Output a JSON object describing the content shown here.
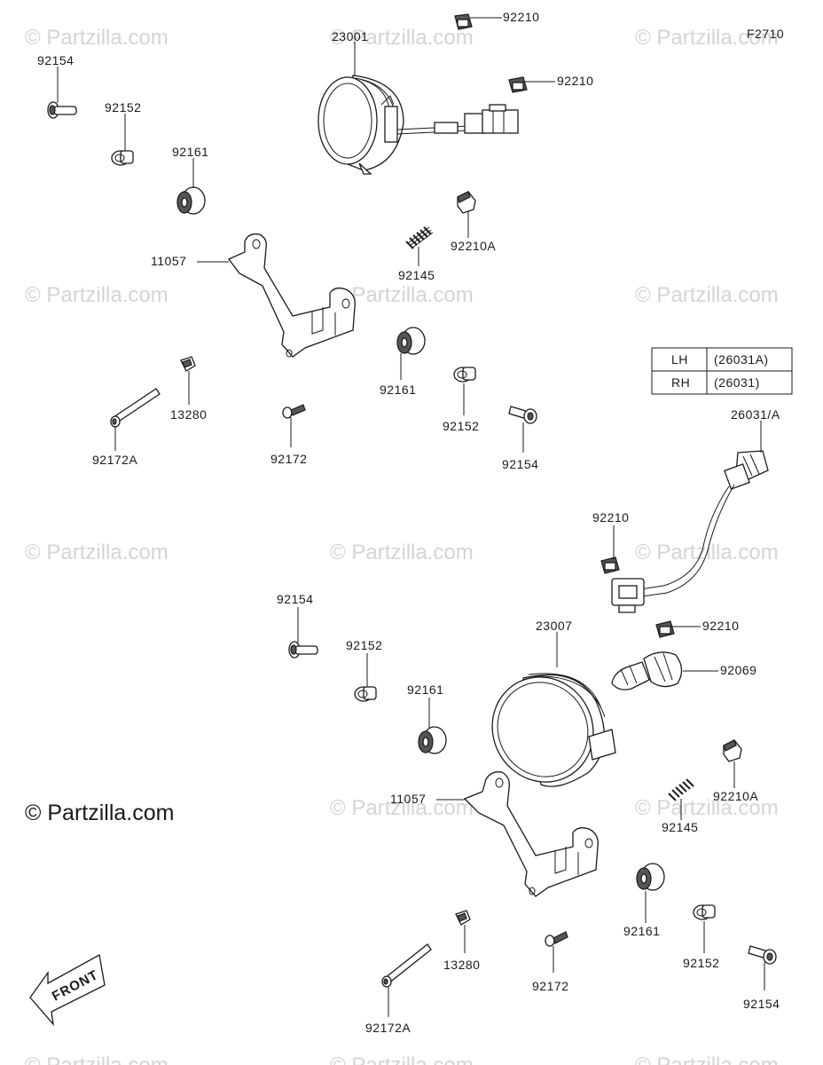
{
  "figure_code": "F2710",
  "copyright": "© Partzilla.com",
  "watermark": "© Partzilla.com",
  "table": {
    "rows": [
      {
        "side": "LH",
        "part": "(26031A)"
      },
      {
        "side": "RH",
        "part": "(26031)"
      }
    ]
  },
  "labels": {
    "p23001": "23001",
    "p92210_a": "92210",
    "p92210_b": "92210",
    "p92154_a": "92154",
    "p92152_a": "92152",
    "p92161_a": "92161",
    "p11057_a": "11057",
    "p92145_a": "92145",
    "p92210A_a": "92210A",
    "p92161_b": "92161",
    "p13280_a": "13280",
    "p92172A_a": "92172A",
    "p92172_a": "92172",
    "p92152_b": "92152",
    "p92154_b": "92154",
    "p26031A": "26031/A",
    "p92210_c": "92210",
    "p92154_c": "92154",
    "p92152_c": "92152",
    "p92161_c": "92161",
    "p23007": "23007",
    "p92210_d": "92210",
    "p92069": "92069",
    "p92210A_b": "92210A",
    "p11057_b": "11057",
    "p92145_b": "92145",
    "p92161_d": "92161",
    "p13280_b": "13280",
    "p92172A_b": "92172A",
    "p92172_b": "92172",
    "p92152_d": "92152",
    "p92154_d": "92154"
  },
  "front_label": "FRONT",
  "colors": {
    "line": "#1a1a1a",
    "watermark": "#d4d4d4",
    "background": "#ffffff"
  }
}
